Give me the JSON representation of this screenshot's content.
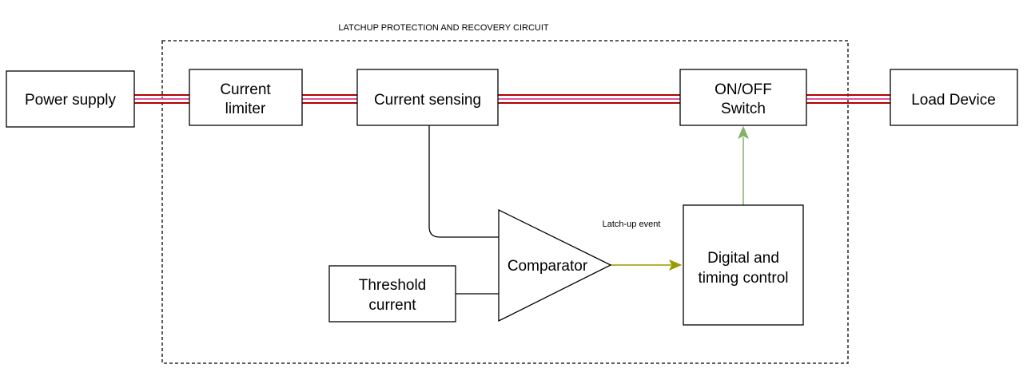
{
  "diagram": {
    "group_title": "LATCHUP PROTECTION AND RECOVERY CIRCUIT",
    "blocks": {
      "power_supply": "Power supply",
      "current_limiter": [
        "Current",
        "limiter"
      ],
      "current_sensing": "Current sensing",
      "on_off_switch": [
        "ON/OFF",
        "Switch"
      ],
      "load_device": "Load Device",
      "comparator": "Comparator",
      "threshold_current": [
        "Threshold",
        "current"
      ],
      "digital_timing": [
        "Digital and",
        "timing control"
      ]
    },
    "edge_labels": {
      "latchup_event": "Latch-up event"
    },
    "colors": {
      "power_line_outer": "#b20000",
      "power_line_inner": "#e0559e",
      "signal_line": "#000000",
      "latchup_arrow": "#999900",
      "control_arrow": "#82b366",
      "group_border": "#000000"
    }
  }
}
